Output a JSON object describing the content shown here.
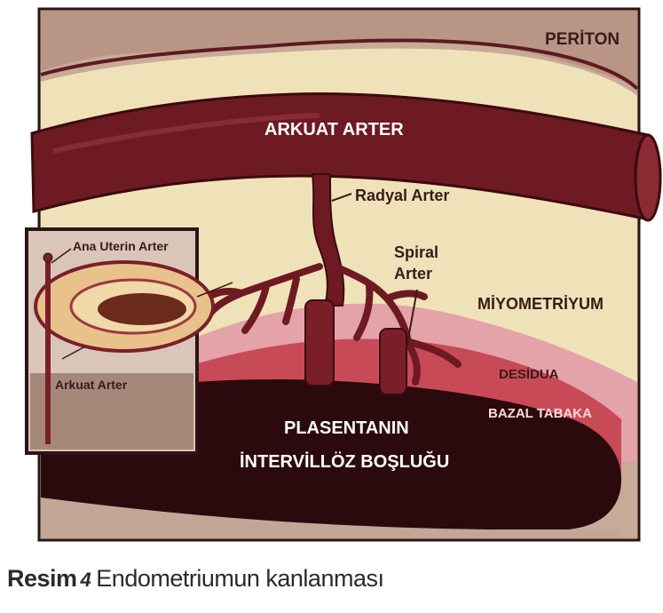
{
  "figure": {
    "labels": {
      "periton": "PERİTON",
      "arkuat_arter": "ARKUAT ARTER",
      "radyal_arter": "Radyal Arter",
      "spiral_arter_line1": "Spiral",
      "spiral_arter_line2": "Arter",
      "miyometriyum": "MİYOMETRİYUM",
      "desidua": "DESİDUA",
      "bazal_tabaka": "BAZAL TABAKA",
      "intervilloz_line1": "PLASENTANIN",
      "intervilloz_line2": "İNTERVİLLÖZ BOŞLUĞU"
    },
    "inset": {
      "ana_uterin_arter": "Ana Uterin Arter",
      "arkuat_arter": "Arkuat Arter"
    },
    "colors": {
      "artery": "#6e1a22",
      "artery_dark": "#3c0a10",
      "myometrium": "#f1e3b6",
      "background_band": "#c8a898",
      "decidua": "#e48894",
      "basal": "#c2404e",
      "intervillous": "#2a0a0c"
    }
  },
  "caption": {
    "prefix": "Resim",
    "number": "4",
    "text": "Endometriumun kanlanması"
  }
}
